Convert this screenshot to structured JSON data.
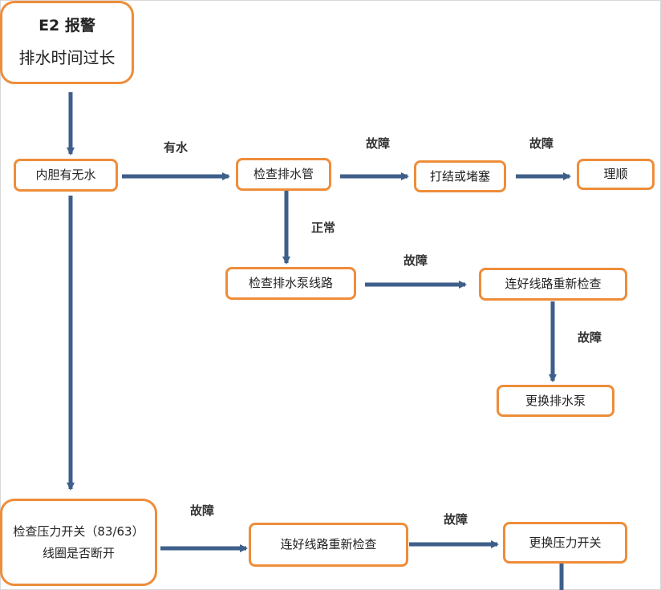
{
  "colors": {
    "box_border": "#ee8d3a",
    "arrow": "#3e5f8a",
    "background": "#ffffff"
  },
  "nodes": {
    "e2_alarm": {
      "line1": "E2 报警",
      "line2": "排水时间过长"
    },
    "water_check": "内胆有无水",
    "check_drain_hose": "检查排水管",
    "knot_blocked": "打结或堵塞",
    "straighten": "理顺",
    "check_pump_circuit": "检查排水泵线路",
    "reconnect_check_1": "连好线路重新检查",
    "replace_pump": "更换排水泵",
    "pressure_switch": {
      "line1": "检查压力开关（83/63）",
      "line2": "线圈是否断开"
    },
    "reconnect_check_2": "连好线路重新检查",
    "replace_pressure_switch": "更换压力开关"
  },
  "labels": {
    "has_water": "有水",
    "fault_1": "故障",
    "fault_2": "故障",
    "normal": "正常",
    "fault_3": "故障",
    "fault_4": "故障",
    "fault_5": "故障",
    "fault_6": "故障"
  }
}
